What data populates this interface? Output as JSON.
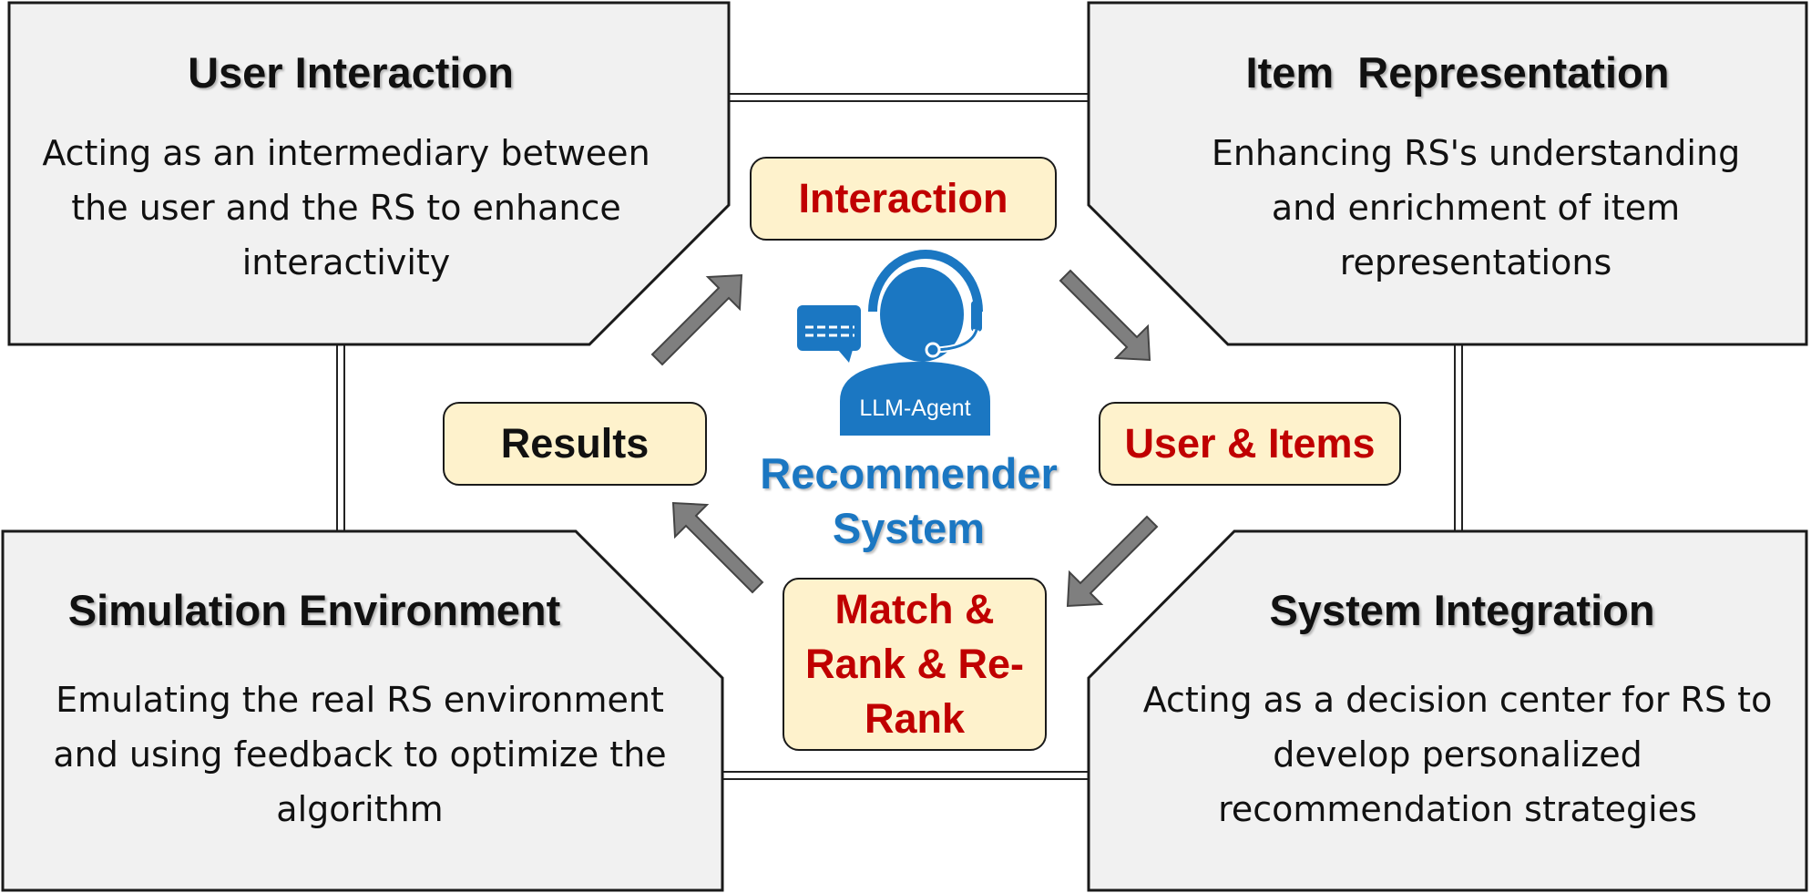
{
  "corners": {
    "user_interaction": {
      "title": "User Interaction",
      "description": "Acting as an intermediary between the user and the RS to enhance interactivity"
    },
    "item_representation": {
      "title": "Item  Representation",
      "description": "Enhancing RS's understanding and enrichment of item representations"
    },
    "simulation_environment": {
      "title": "Simulation Environment",
      "description": "Emulating the real RS environment and using feedback to optimize the algorithm"
    },
    "system_integration": {
      "title": "System Integration",
      "description": "Acting as a decision center for RS to develop personalized recommendation strategies"
    }
  },
  "stages": {
    "interaction": "Interaction",
    "user_items": "User & Items",
    "match_rank": "Match & Rank & Re-Rank",
    "results": "Results"
  },
  "center": {
    "agent_label": "LLM-Agent",
    "title": "Recommender System"
  },
  "colors": {
    "stage_fill": "#fef2cc",
    "stage_text_red": "#c00000",
    "stage_text_black": "#111111",
    "corner_fill": "#f1f1f1",
    "agent_blue": "#1b77c2",
    "arrow_gray": "#7f7f7f"
  },
  "icons": {
    "chat": "chat-bubble-icon",
    "agent": "headset-agent-icon"
  }
}
